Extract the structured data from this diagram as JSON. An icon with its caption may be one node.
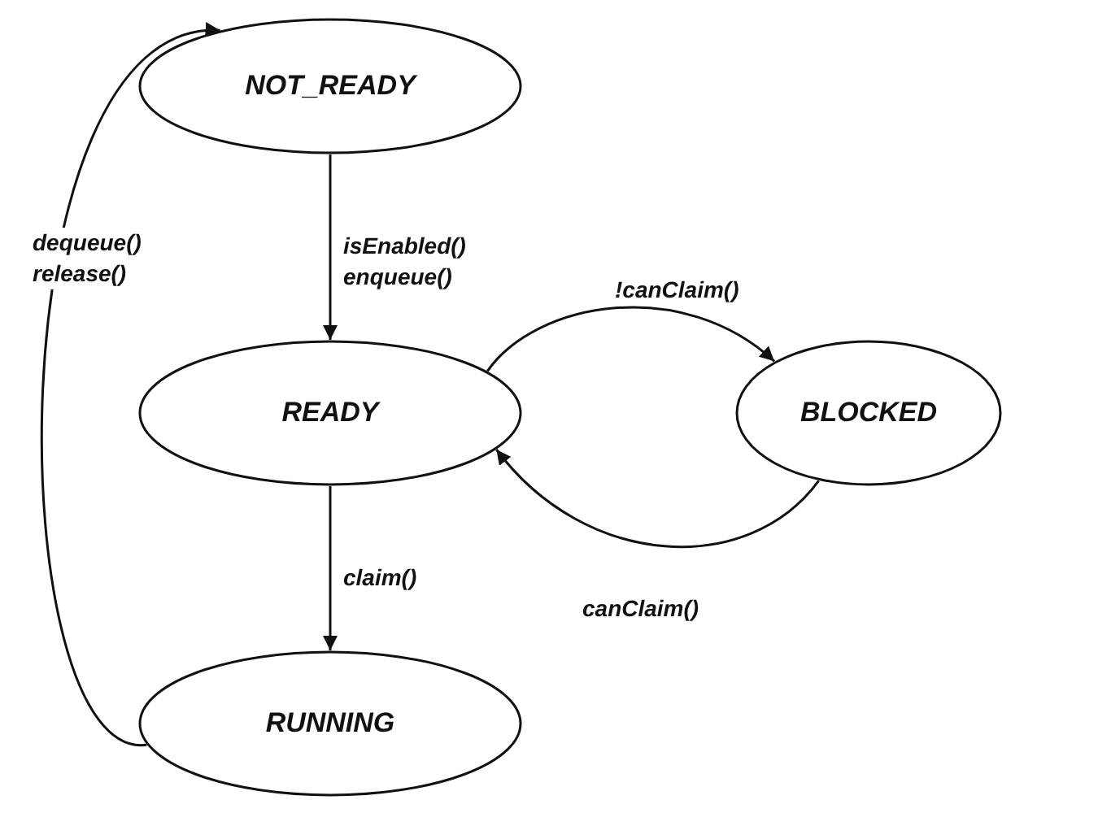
{
  "diagram": {
    "nodes": [
      {
        "text": [
          "NOT_READY"
        ]
      },
      {
        "text": [
          "READY"
        ]
      },
      {
        "text": [
          "BLOCKED"
        ]
      },
      {
        "text": [
          "RUNNING"
        ]
      }
    ],
    "edges": [
      {
        "from": 0,
        "to": 1,
        "arrow": "to",
        "label": "isEnabled() enqueue()"
      },
      {
        "from": 1,
        "to": 2,
        "arrow": "to",
        "label": "!canClaim()"
      },
      {
        "from": 2,
        "to": 1,
        "arrow": "to",
        "label": "canClaim()"
      },
      {
        "from": 1,
        "to": 3,
        "arrow": "to",
        "label": "claim()"
      },
      {
        "from": 3,
        "to": 0,
        "arrow": "to",
        "label": "dequeue() release()"
      }
    ]
  }
}
